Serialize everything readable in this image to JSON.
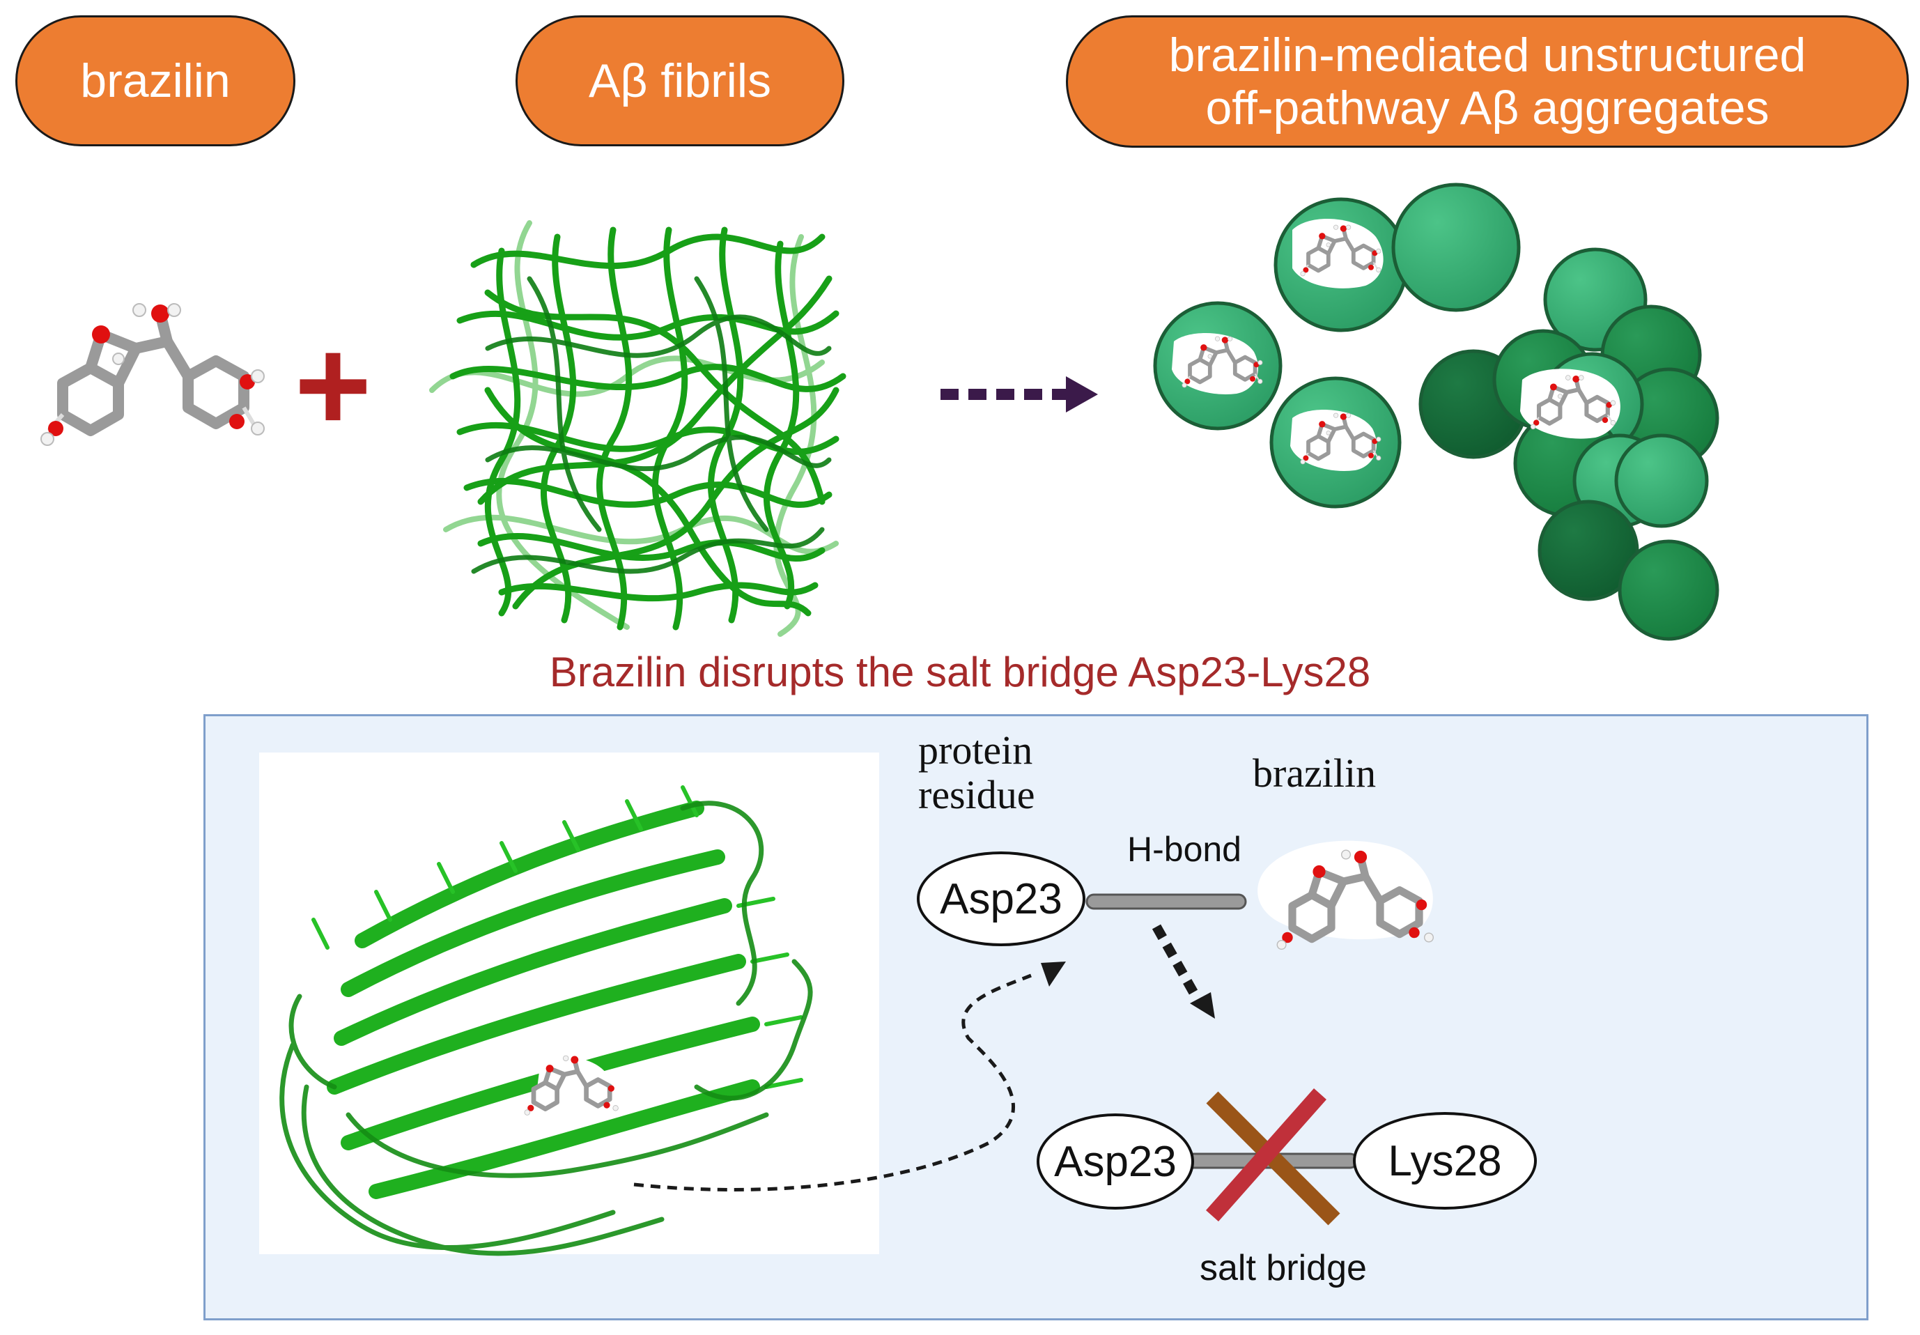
{
  "header": {
    "brazilin_label": "brazilin",
    "fibrils_label": "Aβ  fibrils",
    "aggregates_line1": "brazilin-mediated unstructured",
    "aggregates_line2": "off-pathway Aβ  aggregates"
  },
  "plus_sign": "+",
  "caption": "Brazilin disrupts the salt bridge Asp23-Lys28",
  "panel": {
    "protein_residue_line1": "protein",
    "protein_residue_line2": "residue",
    "brazilin_label": "brazilin",
    "hbond_label": "H-bond",
    "asp23_top": "Asp23",
    "asp23_bottom": "Asp23",
    "lys28": "Lys28",
    "salt_bridge_label": "salt bridge"
  },
  "colors": {
    "pill_orange": "#ed7d31",
    "caption_red": "#a52a2a",
    "panel_bg": "#eaf2fb",
    "panel_border": "#7f9fcb",
    "arrow_purple": "#3b1a4a",
    "cross_red": "#c0303a",
    "cross_brown": "#9a5518",
    "fibril_green": "#1a9a2a"
  }
}
